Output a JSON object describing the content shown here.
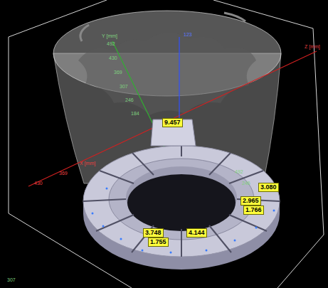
{
  "diagram": {
    "nodes": [
      {
        "text": [
          "9.457"
        ]
      },
      {
        "text": [
          "3.080"
        ]
      },
      {
        "text": [
          "2.965"
        ]
      },
      {
        "text": [
          "1.766"
        ]
      },
      {
        "text": [
          "3.748"
        ]
      },
      {
        "text": [
          "1.755"
        ]
      },
      {
        "text": [
          "4.144"
        ]
      }
    ],
    "labels": [
      "Y [mm]",
      "492",
      "430",
      "369",
      "307",
      "246",
      "184",
      "123",
      "Z [mm]",
      "X [mm]",
      "369",
      "430",
      "492",
      "246",
      "307"
    ]
  }
}
